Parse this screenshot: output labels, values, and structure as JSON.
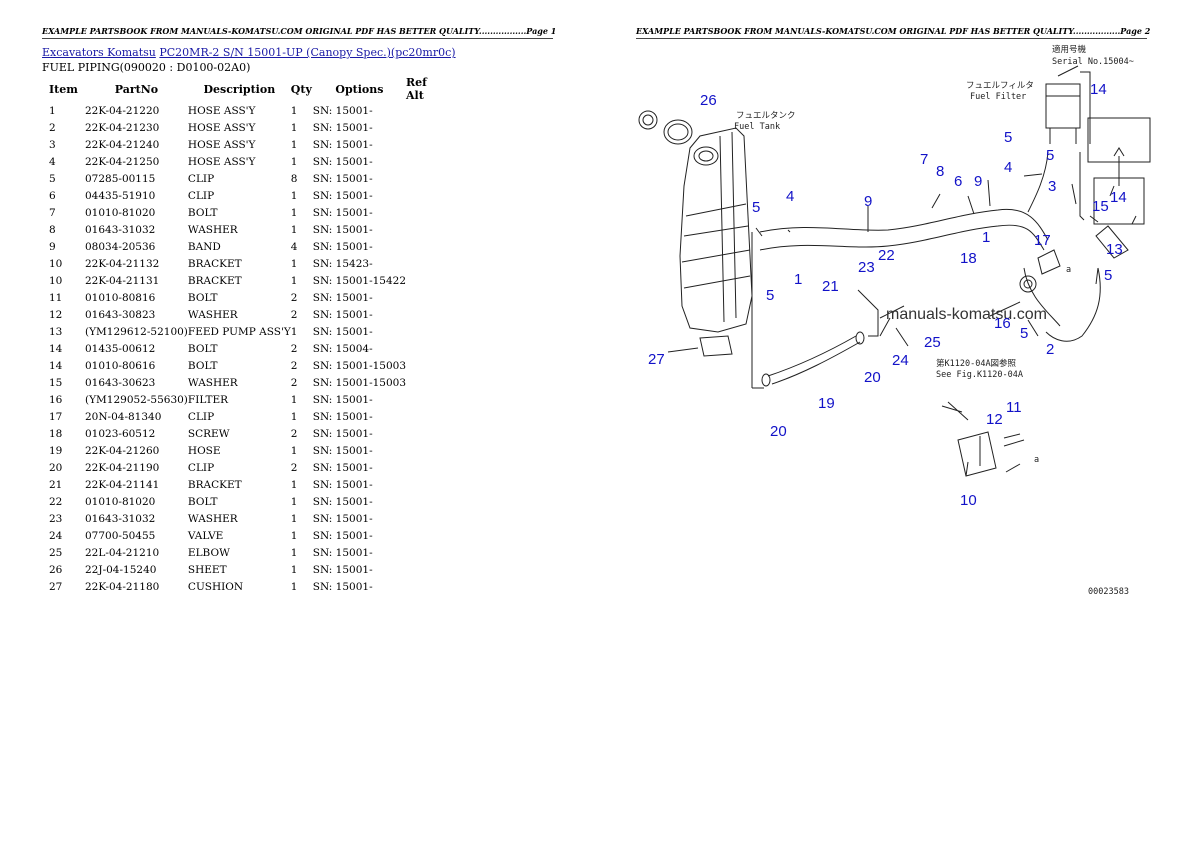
{
  "header": {
    "page1": "EXAMPLE PARTSBOOK FROM MANUALS-KOMATSU.COM ORIGINAL PDF HAS BETTER QUALITY.................Page 1",
    "page2": "EXAMPLE PARTSBOOK FROM MANUALS-KOMATSU.COM ORIGINAL PDF HAS BETTER QUALITY.................Page 2"
  },
  "breadcrumb": {
    "link1": "Excavators Komatsu",
    "link2": "PC20MR-2 S/N 15001-UP (Canopy Spec.)(pc20mr0c)"
  },
  "subtitle": "FUEL PIPING(090020 : D0100-02A0)",
  "table": {
    "headers": {
      "item": "Item",
      "partno": "PartNo",
      "description": "Description",
      "qty": "Qty",
      "options": "Options",
      "refalt": "Ref Alt"
    },
    "rows": [
      {
        "item": "1",
        "partno": "22K-04-21220",
        "description": "HOSE ASS'Y",
        "qty": "1",
        "options": "SN: 15001-"
      },
      {
        "item": "2",
        "partno": "22K-04-21230",
        "description": "HOSE ASS'Y",
        "qty": "1",
        "options": "SN: 15001-"
      },
      {
        "item": "3",
        "partno": "22K-04-21240",
        "description": "HOSE ASS'Y",
        "qty": "1",
        "options": "SN: 15001-"
      },
      {
        "item": "4",
        "partno": "22K-04-21250",
        "description": "HOSE ASS'Y",
        "qty": "1",
        "options": "SN: 15001-"
      },
      {
        "item": "5",
        "partno": "07285-00115",
        "description": "CLIP",
        "qty": "8",
        "options": "SN: 15001-"
      },
      {
        "item": "6",
        "partno": "04435-51910",
        "description": "CLIP",
        "qty": "1",
        "options": "SN: 15001-"
      },
      {
        "item": "7",
        "partno": "01010-81020",
        "description": "BOLT",
        "qty": "1",
        "options": "SN: 15001-"
      },
      {
        "item": "8",
        "partno": "01643-31032",
        "description": "WASHER",
        "qty": "1",
        "options": "SN: 15001-"
      },
      {
        "item": "9",
        "partno": "08034-20536",
        "description": "BAND",
        "qty": "4",
        "options": "SN: 15001-"
      },
      {
        "item": "10",
        "partno": "22K-04-21132",
        "description": "BRACKET",
        "qty": "1",
        "options": "SN: 15423-"
      },
      {
        "item": "10",
        "partno": "22K-04-21131",
        "description": "BRACKET",
        "qty": "1",
        "options": "SN: 15001-15422"
      },
      {
        "item": "11",
        "partno": "01010-80816",
        "description": "BOLT",
        "qty": "2",
        "options": "SN: 15001-"
      },
      {
        "item": "12",
        "partno": "01643-30823",
        "description": "WASHER",
        "qty": "2",
        "options": "SN: 15001-"
      },
      {
        "item": "13",
        "partno": "(YM129612-52100)",
        "description": "FEED PUMP ASS'Y",
        "qty": "1",
        "options": "SN: 15001-"
      },
      {
        "item": "14",
        "partno": "01435-00612",
        "description": "BOLT",
        "qty": "2",
        "options": "SN: 15004-"
      },
      {
        "item": "14",
        "partno": "01010-80616",
        "description": "BOLT",
        "qty": "2",
        "options": "SN: 15001-15003"
      },
      {
        "item": "15",
        "partno": "01643-30623",
        "description": "WASHER",
        "qty": "2",
        "options": "SN: 15001-15003"
      },
      {
        "item": "16",
        "partno": "(YM129052-55630)",
        "description": "FILTER",
        "qty": "1",
        "options": "SN: 15001-"
      },
      {
        "item": "17",
        "partno": "20N-04-81340",
        "description": "CLIP",
        "qty": "1",
        "options": "SN: 15001-"
      },
      {
        "item": "18",
        "partno": "01023-60512",
        "description": "SCREW",
        "qty": "2",
        "options": "SN: 15001-"
      },
      {
        "item": "19",
        "partno": "22K-04-21260",
        "description": "HOSE",
        "qty": "1",
        "options": "SN: 15001-"
      },
      {
        "item": "20",
        "partno": "22K-04-21190",
        "description": "CLIP",
        "qty": "2",
        "options": "SN: 15001-"
      },
      {
        "item": "21",
        "partno": "22K-04-21141",
        "description": "BRACKET",
        "qty": "1",
        "options": "SN: 15001-"
      },
      {
        "item": "22",
        "partno": "01010-81020",
        "description": "BOLT",
        "qty": "1",
        "options": "SN: 15001-"
      },
      {
        "item": "23",
        "partno": "01643-31032",
        "description": "WASHER",
        "qty": "1",
        "options": "SN: 15001-"
      },
      {
        "item": "24",
        "partno": "07700-50455",
        "description": "VALVE",
        "qty": "1",
        "options": "SN: 15001-"
      },
      {
        "item": "25",
        "partno": "22L-04-21210",
        "description": "ELBOW",
        "qty": "1",
        "options": "SN: 15001-"
      },
      {
        "item": "26",
        "partno": "22J-04-15240",
        "description": "SHEET",
        "qty": "1",
        "options": "SN: 15001-"
      },
      {
        "item": "27",
        "partno": "22K-04-21180",
        "description": "CUSHION",
        "qty": "1",
        "options": "SN: 15001-"
      }
    ]
  },
  "diagram": {
    "jp_fuel_tank": "フュエルタンク",
    "fuel_tank": "Fuel Tank",
    "jp_fuel_filter": "フュエルフィルタ",
    "fuel_filter": "Fuel Filter",
    "jp_serial": "適用号機",
    "serial": "Serial No.15004~",
    "jp_see_fig": "第K1120-04A図参照",
    "see_fig": "See Fig.K1120-04A",
    "letter_a1": "a",
    "letter_a2": "a",
    "watermark": "manuals-komatsu.com",
    "drawing_code": "00023583",
    "callouts": [
      "26",
      "4",
      "5",
      "1",
      "5",
      "9",
      "7",
      "8",
      "6",
      "9",
      "5",
      "4",
      "3",
      "1",
      "17",
      "5",
      "18",
      "15",
      "14",
      "13",
      "5",
      "14",
      "22",
      "23",
      "21",
      "16",
      "5",
      "2",
      "25",
      "24",
      "27",
      "20",
      "19",
      "20",
      "12",
      "11",
      "10"
    ]
  }
}
